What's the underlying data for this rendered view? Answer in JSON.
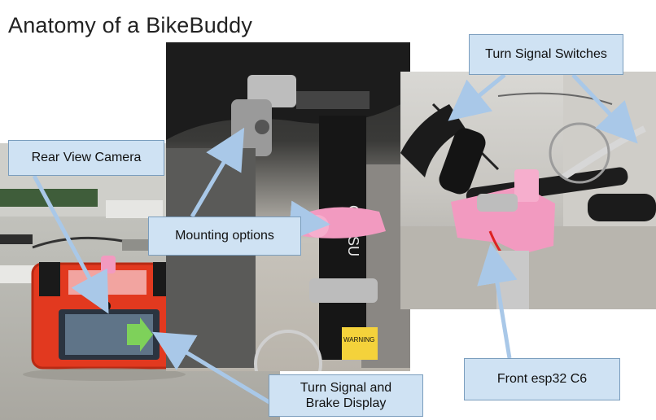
{
  "title": "Anatomy of a BikeBuddy",
  "callouts": {
    "rear_camera": "Rear View Camera",
    "mounting": "Mounting options",
    "turn_switches": "Turn Signal Switches",
    "display_line1": "Turn Signal and",
    "display_line2": "Brake Display",
    "front_esp": "Front esp32 C6"
  },
  "photo_text": {
    "post_brand": "CANSU",
    "warning": "WARNING"
  },
  "colors": {
    "callout_fill": "#cfe2f3",
    "callout_border": "#7a9dbd",
    "arrow": "#a9c8e8",
    "device_red": "#e2391f",
    "mount_pink": "#f29ac0",
    "screen_arrow": "#7ed15a"
  }
}
